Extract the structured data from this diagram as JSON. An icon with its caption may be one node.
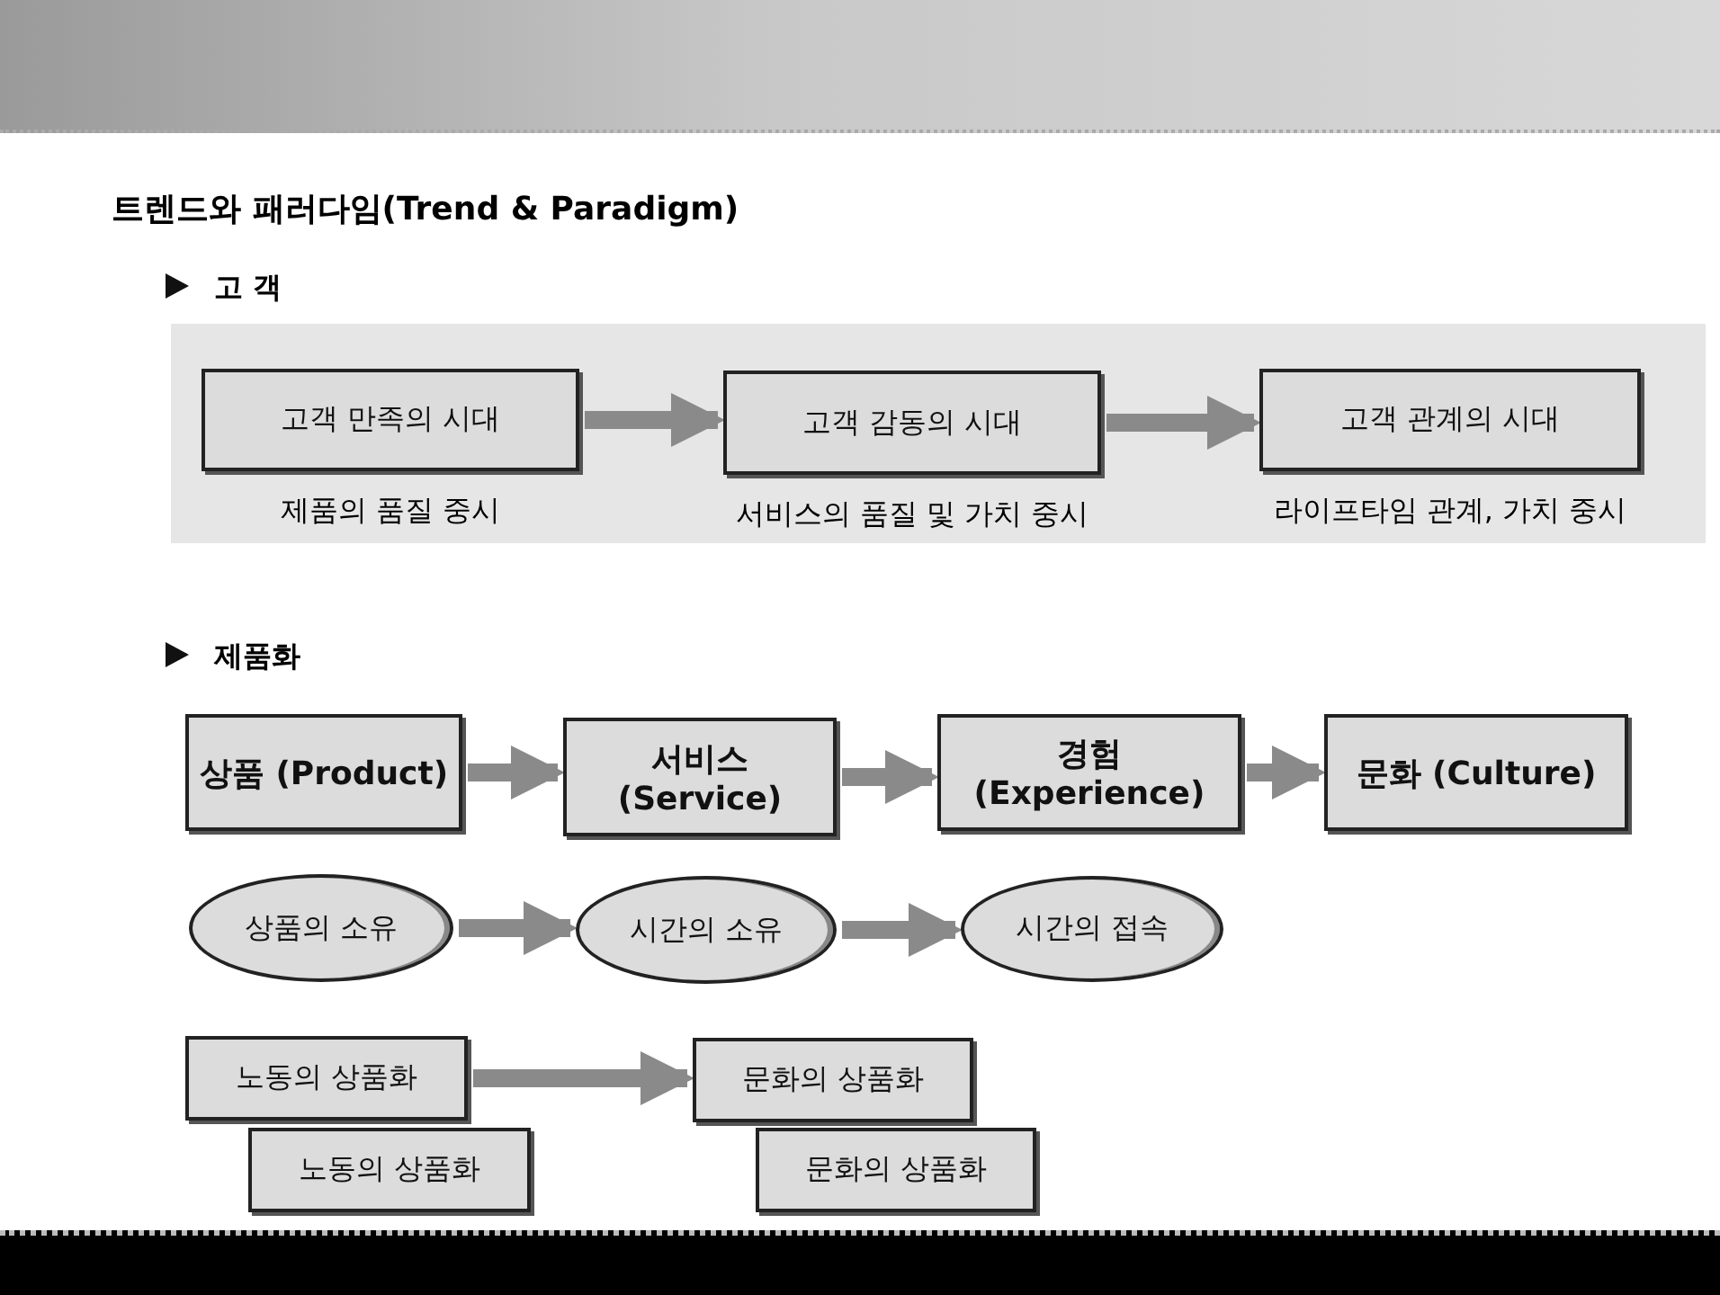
{
  "diagram": {
    "title": "트렌드와 패러다임(Trend & Paradigm)",
    "nodes": [
      {
        "text": [
          "고객 만족의 시대"
        ],
        "beside": [
          "제품의 품질 중시"
        ]
      },
      {
        "text": [
          "고객 감동의 시대"
        ],
        "beside": [
          "서비스의 품질 및 가치 중시"
        ]
      },
      {
        "text": [
          "고객 관계의 시대"
        ],
        "beside": [
          "라이프타임 관계, 가치 중시"
        ]
      },
      {
        "text": [
          "상품 (Product)"
        ]
      },
      {
        "text": [
          "서비스 (Service)"
        ]
      },
      {
        "text": [
          "경험 (Experience)"
        ]
      },
      {
        "text": [
          "문화 (Culture)"
        ]
      },
      {
        "text": [
          "상품의 소유"
        ]
      },
      {
        "text": [
          "시간의 소유"
        ]
      },
      {
        "text": [
          "시간의 접속"
        ]
      },
      {
        "text": [
          "노동의 상품화"
        ]
      },
      {
        "text": [
          "노동의 상품화"
        ]
      },
      {
        "text": [
          "문화의 상품화"
        ]
      },
      {
        "text": [
          "문화의 상품화"
        ]
      }
    ],
    "edges": [
      {
        "from": 0,
        "to": 1,
        "arrow": "to"
      },
      {
        "from": 1,
        "to": 2,
        "arrow": "to"
      },
      {
        "from": 3,
        "to": 4,
        "arrow": "to"
      },
      {
        "from": 4,
        "to": 5,
        "arrow": "to"
      },
      {
        "from": 5,
        "to": 6,
        "arrow": "to"
      },
      {
        "from": 7,
        "to": 8,
        "arrow": "to"
      },
      {
        "from": 8,
        "to": 9,
        "arrow": "to"
      },
      {
        "from": 10,
        "to": 12,
        "arrow": "to"
      }
    ],
    "labels": [
      "고 객",
      "제품화"
    ]
  }
}
